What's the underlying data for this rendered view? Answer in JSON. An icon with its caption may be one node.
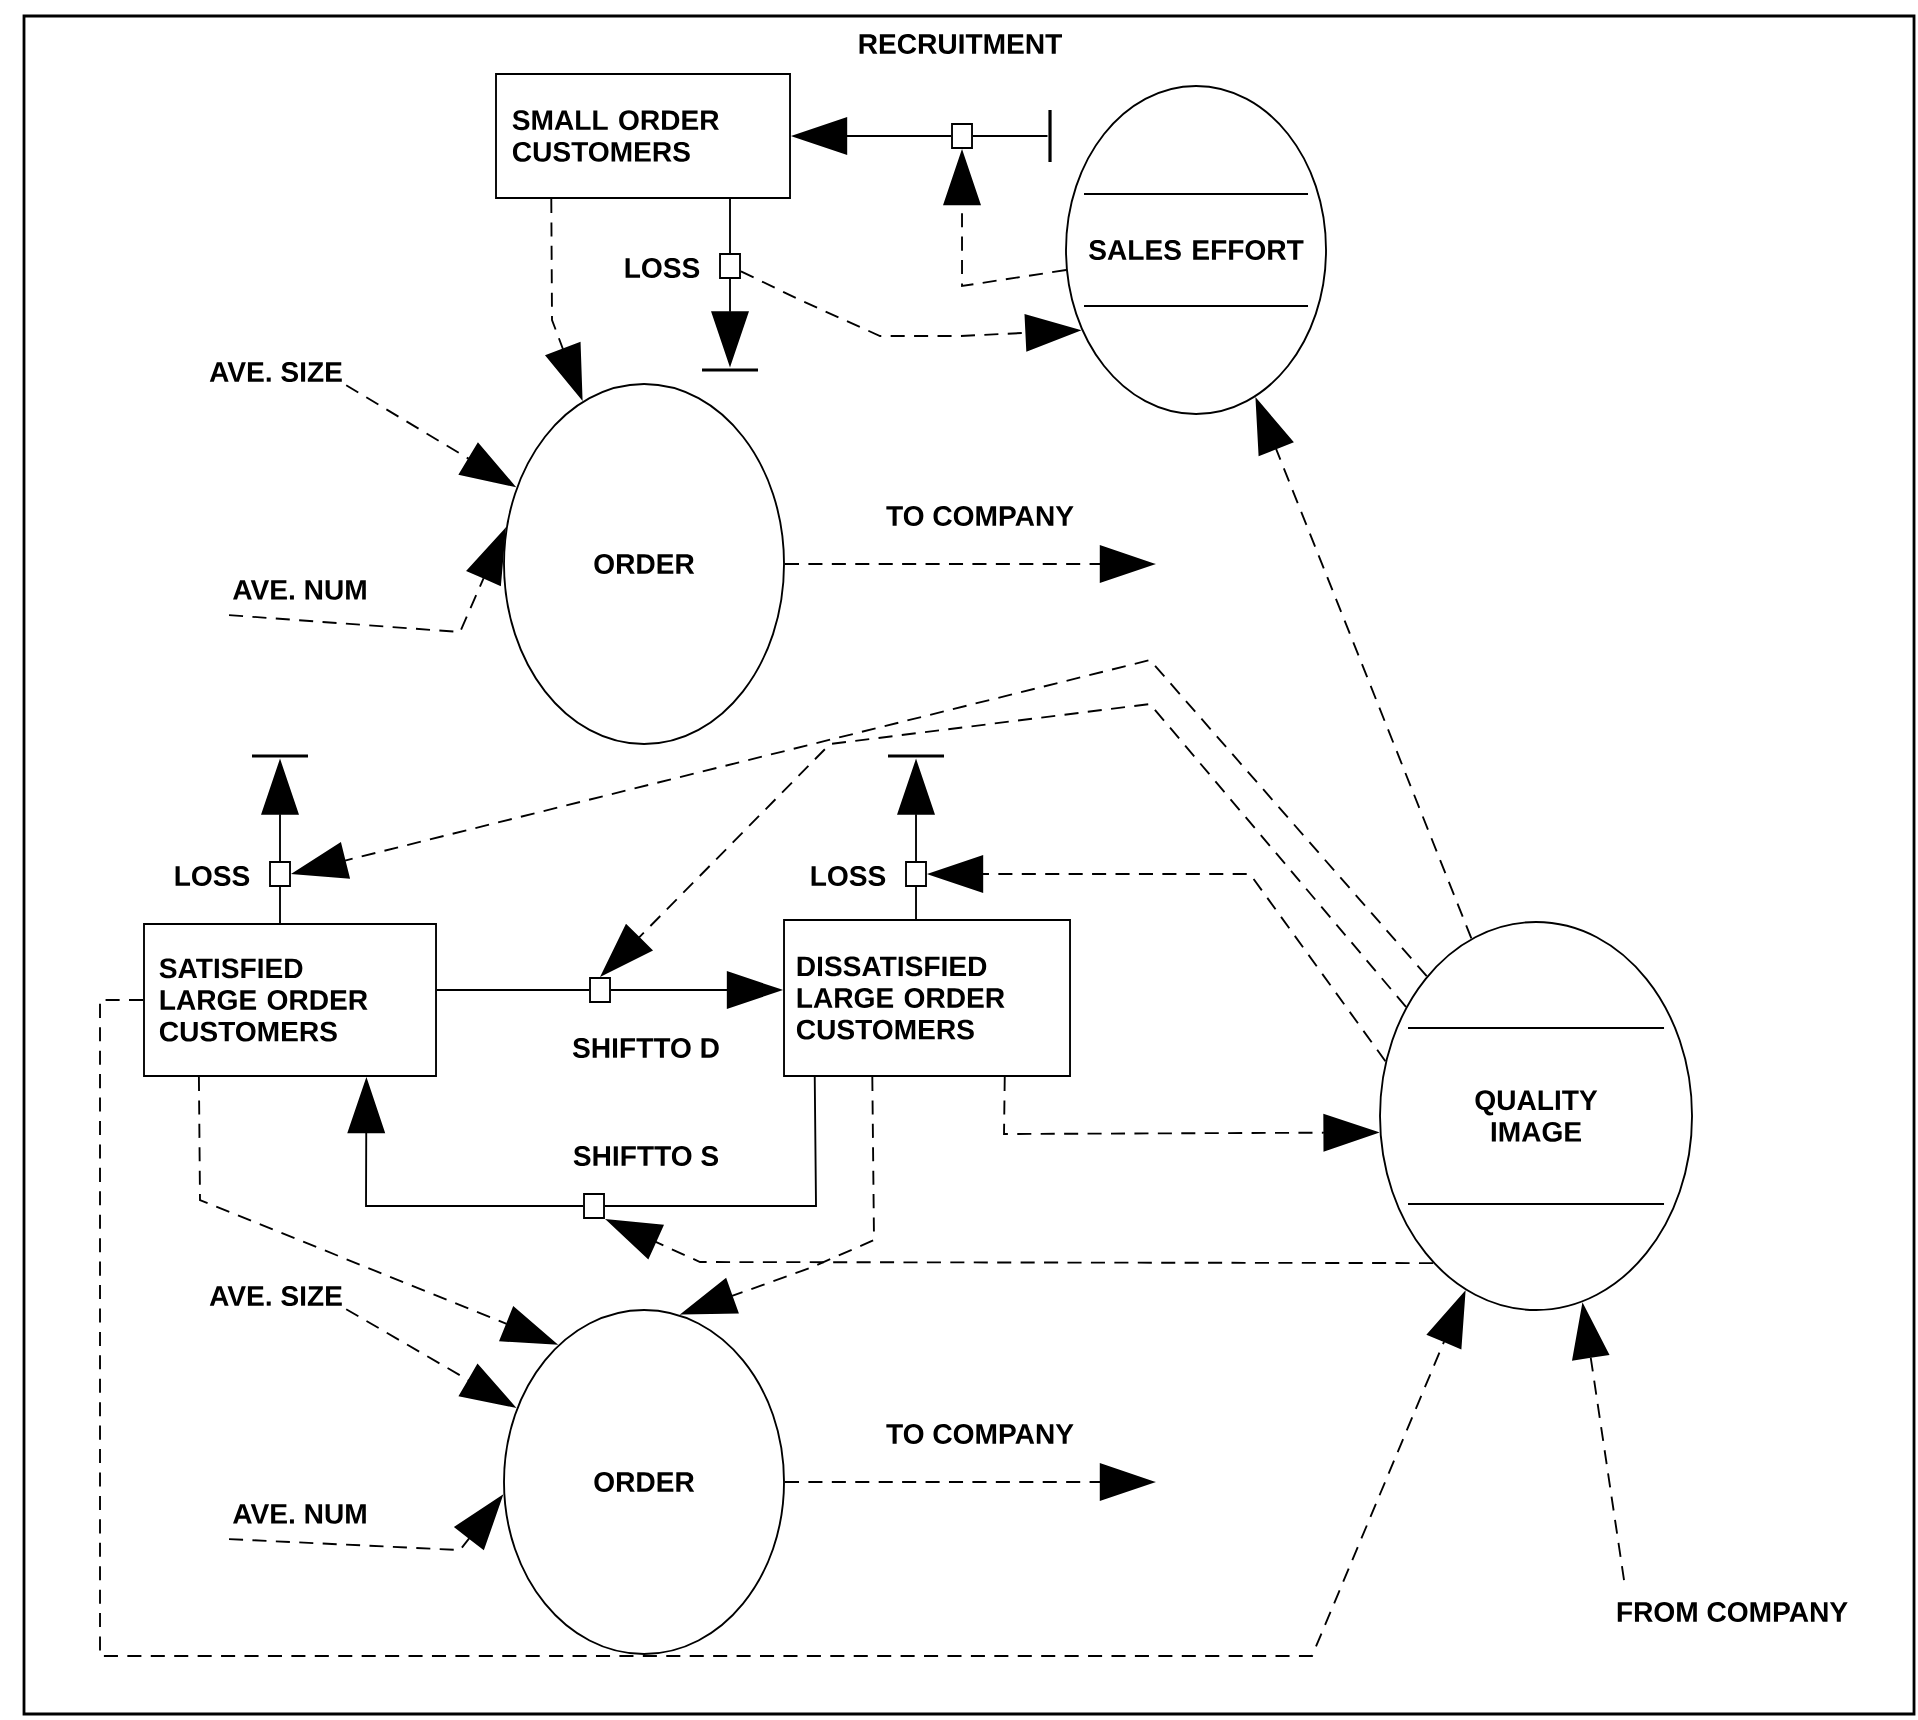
{
  "diagram": {
    "nodes": [
      {
        "text": [
          "SMALL ORDER CUSTOMERS"
        ]
      },
      {
        "text": [
          "RECRUITMENT"
        ]
      },
      {
        "text": [],
        "shape": "bar"
      },
      {
        "text": [
          "SALES EFFORT"
        ]
      },
      {
        "text": [
          "LOSS"
        ]
      },
      {
        "text": [],
        "shape": "bar"
      },
      {
        "text": [
          "AVE. SIZE"
        ]
      },
      {
        "text": [
          "ORDER"
        ]
      },
      {
        "text": [
          "AVE. NUM"
        ]
      },
      {
        "text": [],
        "shape": "bar"
      },
      {
        "text": [],
        "shape": "bar"
      },
      {
        "text": [
          "LOSS"
        ]
      },
      {
        "text": [
          "LOSS"
        ]
      },
      {
        "text": [
          "SATISFIED LARGE ORDER CUSTOMERS"
        ]
      },
      {
        "text": [
          "SHIFTTO D"
        ]
      },
      {
        "text": [
          "DISSATISFIED LARGE ORDER CUSTOMERS"
        ]
      },
      {
        "text": [
          "QUALITY IMAGE"
        ]
      },
      {
        "text": [
          "SHIFTTO S"
        ]
      },
      {
        "text": [
          "AVE. SIZE"
        ]
      },
      {
        "text": [
          "ORDER"
        ]
      },
      {
        "text": [
          "AVE. NUM"
        ]
      }
    ],
    "edges": [
      {
        "from": 2,
        "to": 1,
        "arrow": "none"
      },
      {
        "from": 1,
        "to": 0,
        "arrow": "to"
      },
      {
        "from": 3,
        "to": 1,
        "arrow": "to",
        "style": "dashed"
      },
      {
        "from": 0,
        "to": 4,
        "arrow": "none"
      },
      {
        "from": 4,
        "to": 5,
        "arrow": "to"
      },
      {
        "from": 4,
        "to": 3,
        "arrow": "to",
        "style": "dashed"
      },
      {
        "from": 0,
        "to": 7,
        "arrow": "to",
        "style": "dashed"
      },
      {
        "from": 6,
        "to": 7,
        "arrow": "to",
        "style": "dashed"
      },
      {
        "from": 8,
        "to": 7,
        "arrow": "to",
        "style": "dashed"
      },
      {
        "from": 7,
        "to": null,
        "arrow": "to",
        "style": "dashed",
        "label": "TO COMPANY"
      },
      {
        "from": 16,
        "to": 3,
        "arrow": "to",
        "style": "dashed"
      },
      {
        "from": 11,
        "to": 9,
        "arrow": "to"
      },
      {
        "from": 13,
        "to": 11,
        "arrow": "none"
      },
      {
        "from": 12,
        "to": 10,
        "arrow": "to"
      },
      {
        "from": 15,
        "to": 12,
        "arrow": "none"
      },
      {
        "from": 16,
        "to": 11,
        "arrow": "to",
        "style": "dashed"
      },
      {
        "from": 16,
        "to": 14,
        "arrow": "to",
        "style": "dashed"
      },
      {
        "from": 16,
        "to": 12,
        "arrow": "to",
        "style": "dashed"
      },
      {
        "from": 13,
        "to": 14,
        "arrow": "none"
      },
      {
        "from": 14,
        "to": 15,
        "arrow": "to"
      },
      {
        "from": 15,
        "to": 17,
        "arrow": "none"
      },
      {
        "from": 17,
        "to": 13,
        "arrow": "to"
      },
      {
        "from": 15,
        "to": 16,
        "arrow": "to",
        "style": "dashed"
      },
      {
        "from": 16,
        "to": 17,
        "arrow": "to",
        "style": "dashed"
      },
      {
        "from": 13,
        "to": 19,
        "arrow": "to",
        "style": "dashed"
      },
      {
        "from": 15,
        "to": 19,
        "arrow": "to",
        "style": "dashed"
      },
      {
        "from": 18,
        "to": 19,
        "arrow": "to",
        "style": "dashed"
      },
      {
        "from": 20,
        "to": 19,
        "arrow": "to",
        "style": "dashed"
      },
      {
        "from": 19,
        "to": null,
        "arrow": "to",
        "style": "dashed",
        "label": "TO COMPANY"
      },
      {
        "from": 13,
        "to": 16,
        "arrow": "to",
        "style": "dashed"
      },
      {
        "from": null,
        "to": 16,
        "arrow": "to",
        "style": "dashed",
        "label": "FROM COMPANY"
      }
    ]
  }
}
